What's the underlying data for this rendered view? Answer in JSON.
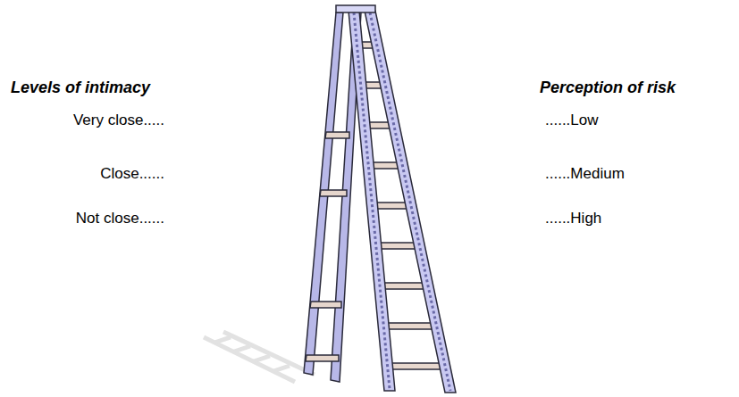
{
  "diagram": {
    "labels": [
      "Levels of intimacy",
      "Very close.....",
      "Close......",
      "Not close......",
      "Perception of risk",
      "......Low",
      "......Medium",
      "......High"
    ]
  }
}
